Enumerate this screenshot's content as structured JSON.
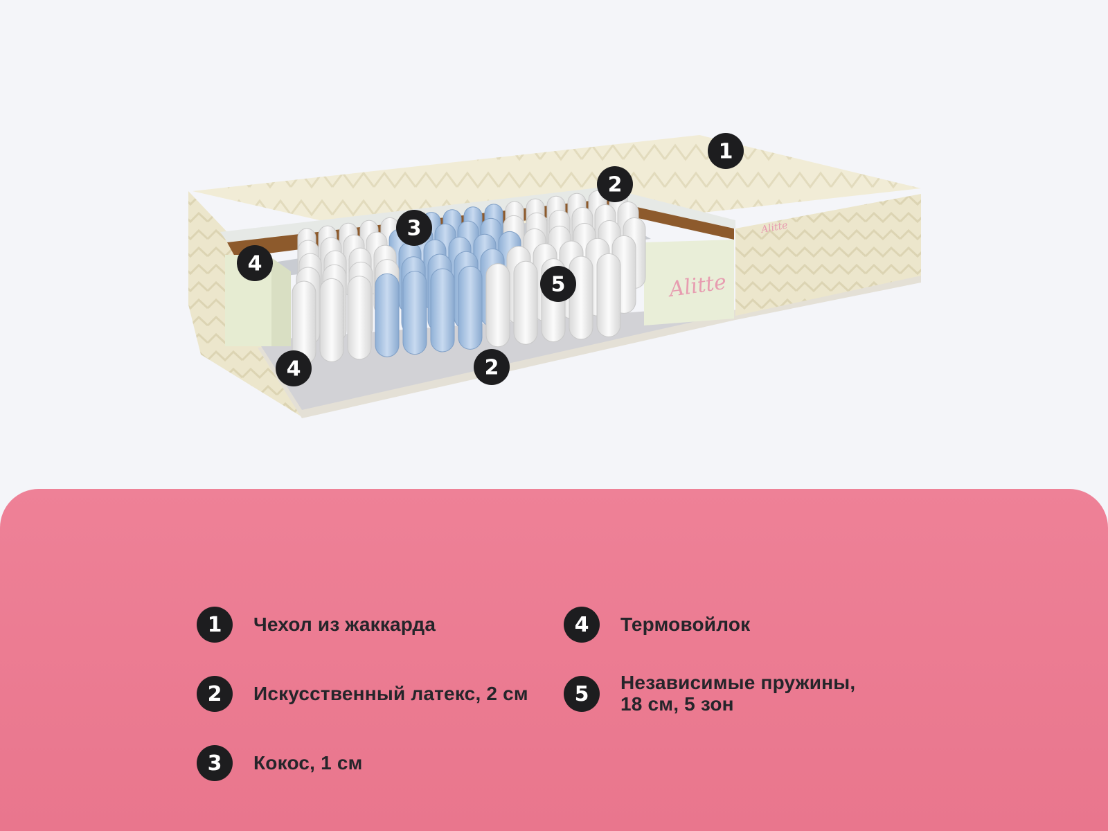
{
  "brand_logo": "Alitte",
  "callouts": [
    {
      "number": "1",
      "target": "cover"
    },
    {
      "number": "2",
      "target": "latex-top"
    },
    {
      "number": "3",
      "target": "coconut"
    },
    {
      "number": "4",
      "target": "felt-side"
    },
    {
      "number": "5",
      "target": "springs"
    },
    {
      "number": "4",
      "target": "felt-bottom"
    },
    {
      "number": "2",
      "target": "latex-bottom"
    }
  ],
  "legend": [
    {
      "number": "1",
      "label": "Чехол из жаккарда"
    },
    {
      "number": "2",
      "label": "Искусственный латекс, 2 см"
    },
    {
      "number": "3",
      "label": "Кокос, 1 см"
    },
    {
      "number": "4",
      "label": "Термовойлок"
    },
    {
      "number": "5",
      "label": "Независимые пружины,\n18 см, 5 зон"
    }
  ],
  "colors": {
    "background": "#f4f5f9",
    "panel": "#ec7d93",
    "badge": "#1d1d1f",
    "jacquard": "#f1ecd6",
    "coconut": "#8d5a2c",
    "springs_white": "#f4f4f4",
    "springs_blue": "#a6c2e3",
    "felt": "#e9eed8"
  }
}
